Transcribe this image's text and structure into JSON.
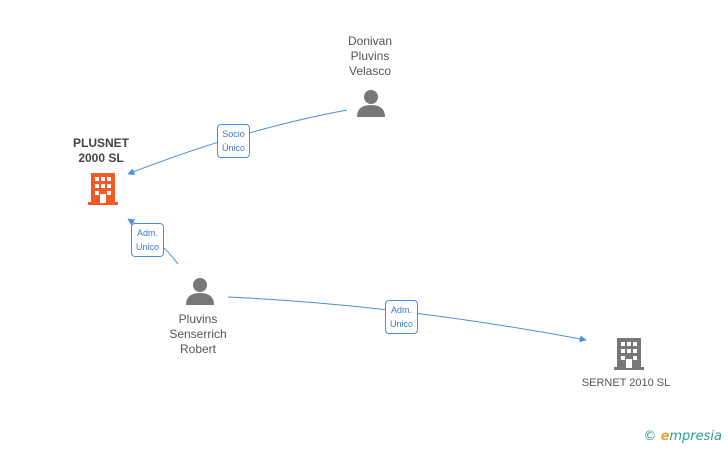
{
  "nodes": {
    "plusnet": {
      "lines": [
        "PLUSNET",
        "2000 SL"
      ],
      "type": "company",
      "color": "#f05a28"
    },
    "donivan": {
      "lines": [
        "Donivan",
        "Pluvins",
        "Velasco"
      ],
      "type": "person",
      "color": "#777777"
    },
    "pluvins": {
      "lines": [
        "Pluvins",
        "Senserrich",
        "Robert"
      ],
      "type": "person",
      "color": "#777777"
    },
    "sernet": {
      "lines": [
        "SERNET 2010 SL"
      ],
      "type": "company",
      "color": "#777777"
    }
  },
  "edges": {
    "socio_unico": {
      "lines": [
        "Socio",
        "Único"
      ],
      "from": "donivan",
      "to": "plusnet"
    },
    "adm_plusnet": {
      "lines": [
        "Adm.",
        "Unico"
      ],
      "from": "pluvins",
      "to": "plusnet"
    },
    "adm_sernet": {
      "lines": [
        "Adm.",
        "Unico"
      ],
      "from": "pluvins",
      "to": "sernet"
    }
  },
  "colors": {
    "edge": "#4a90d9"
  },
  "brand": {
    "copyright": "©",
    "e": "e",
    "rest": "mpresia"
  }
}
